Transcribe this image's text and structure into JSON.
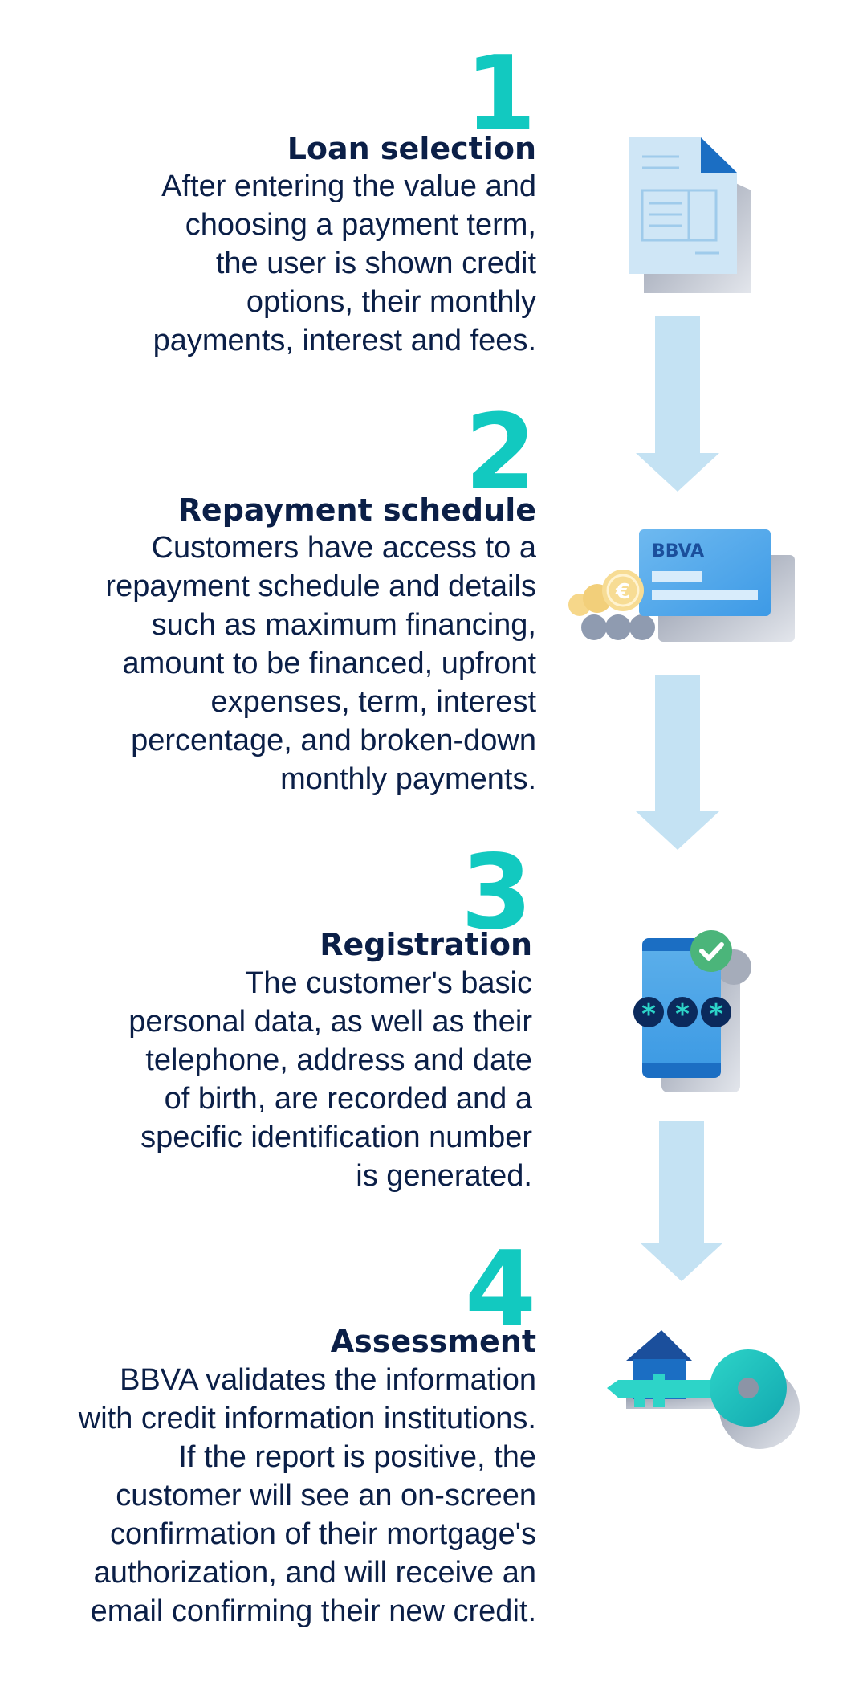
{
  "steps": [
    {
      "number": "1",
      "title": "Loan selection",
      "lines": [
        "After entering the value and",
        "choosing a payment term,",
        "the user is shown credit",
        "options, their monthly",
        "payments, interest and fees."
      ]
    },
    {
      "number": "2",
      "title": "Repayment schedule",
      "lines": [
        "Customers have access to a",
        "repayment schedule and details",
        "such as maximum financing,",
        "amount to be financed, upfront",
        "expenses, term, interest",
        "percentage, and broken-down",
        "monthly payments."
      ]
    },
    {
      "number": "3",
      "title": "Registration",
      "lines": [
        "The customer's basic",
        "personal data, as well as their",
        "telephone, address and date",
        "of birth, are recorded and a",
        "specific identification number",
        "is generated."
      ]
    },
    {
      "number": "4",
      "title": "Assessment",
      "lines": [
        "BBVA validates the information",
        "with credit information institutions.",
        "If the report is positive, the",
        "customer will see an on-screen",
        "confirmation of their mortgage's",
        "authorization, and will receive an",
        "email confirming their new credit."
      ]
    }
  ],
  "card_logo": "BBVA",
  "phone_code": [
    "*",
    "*",
    "*"
  ],
  "currency_symbol": "€",
  "icons": [
    "document-icon",
    "bank-card-icon",
    "phone-check-icon",
    "house-key-icon",
    "down-arrow-icon"
  ],
  "colors": {
    "accent": "#12c9c0",
    "text": "#0b1f47",
    "arrow": "#c4e2f3"
  }
}
